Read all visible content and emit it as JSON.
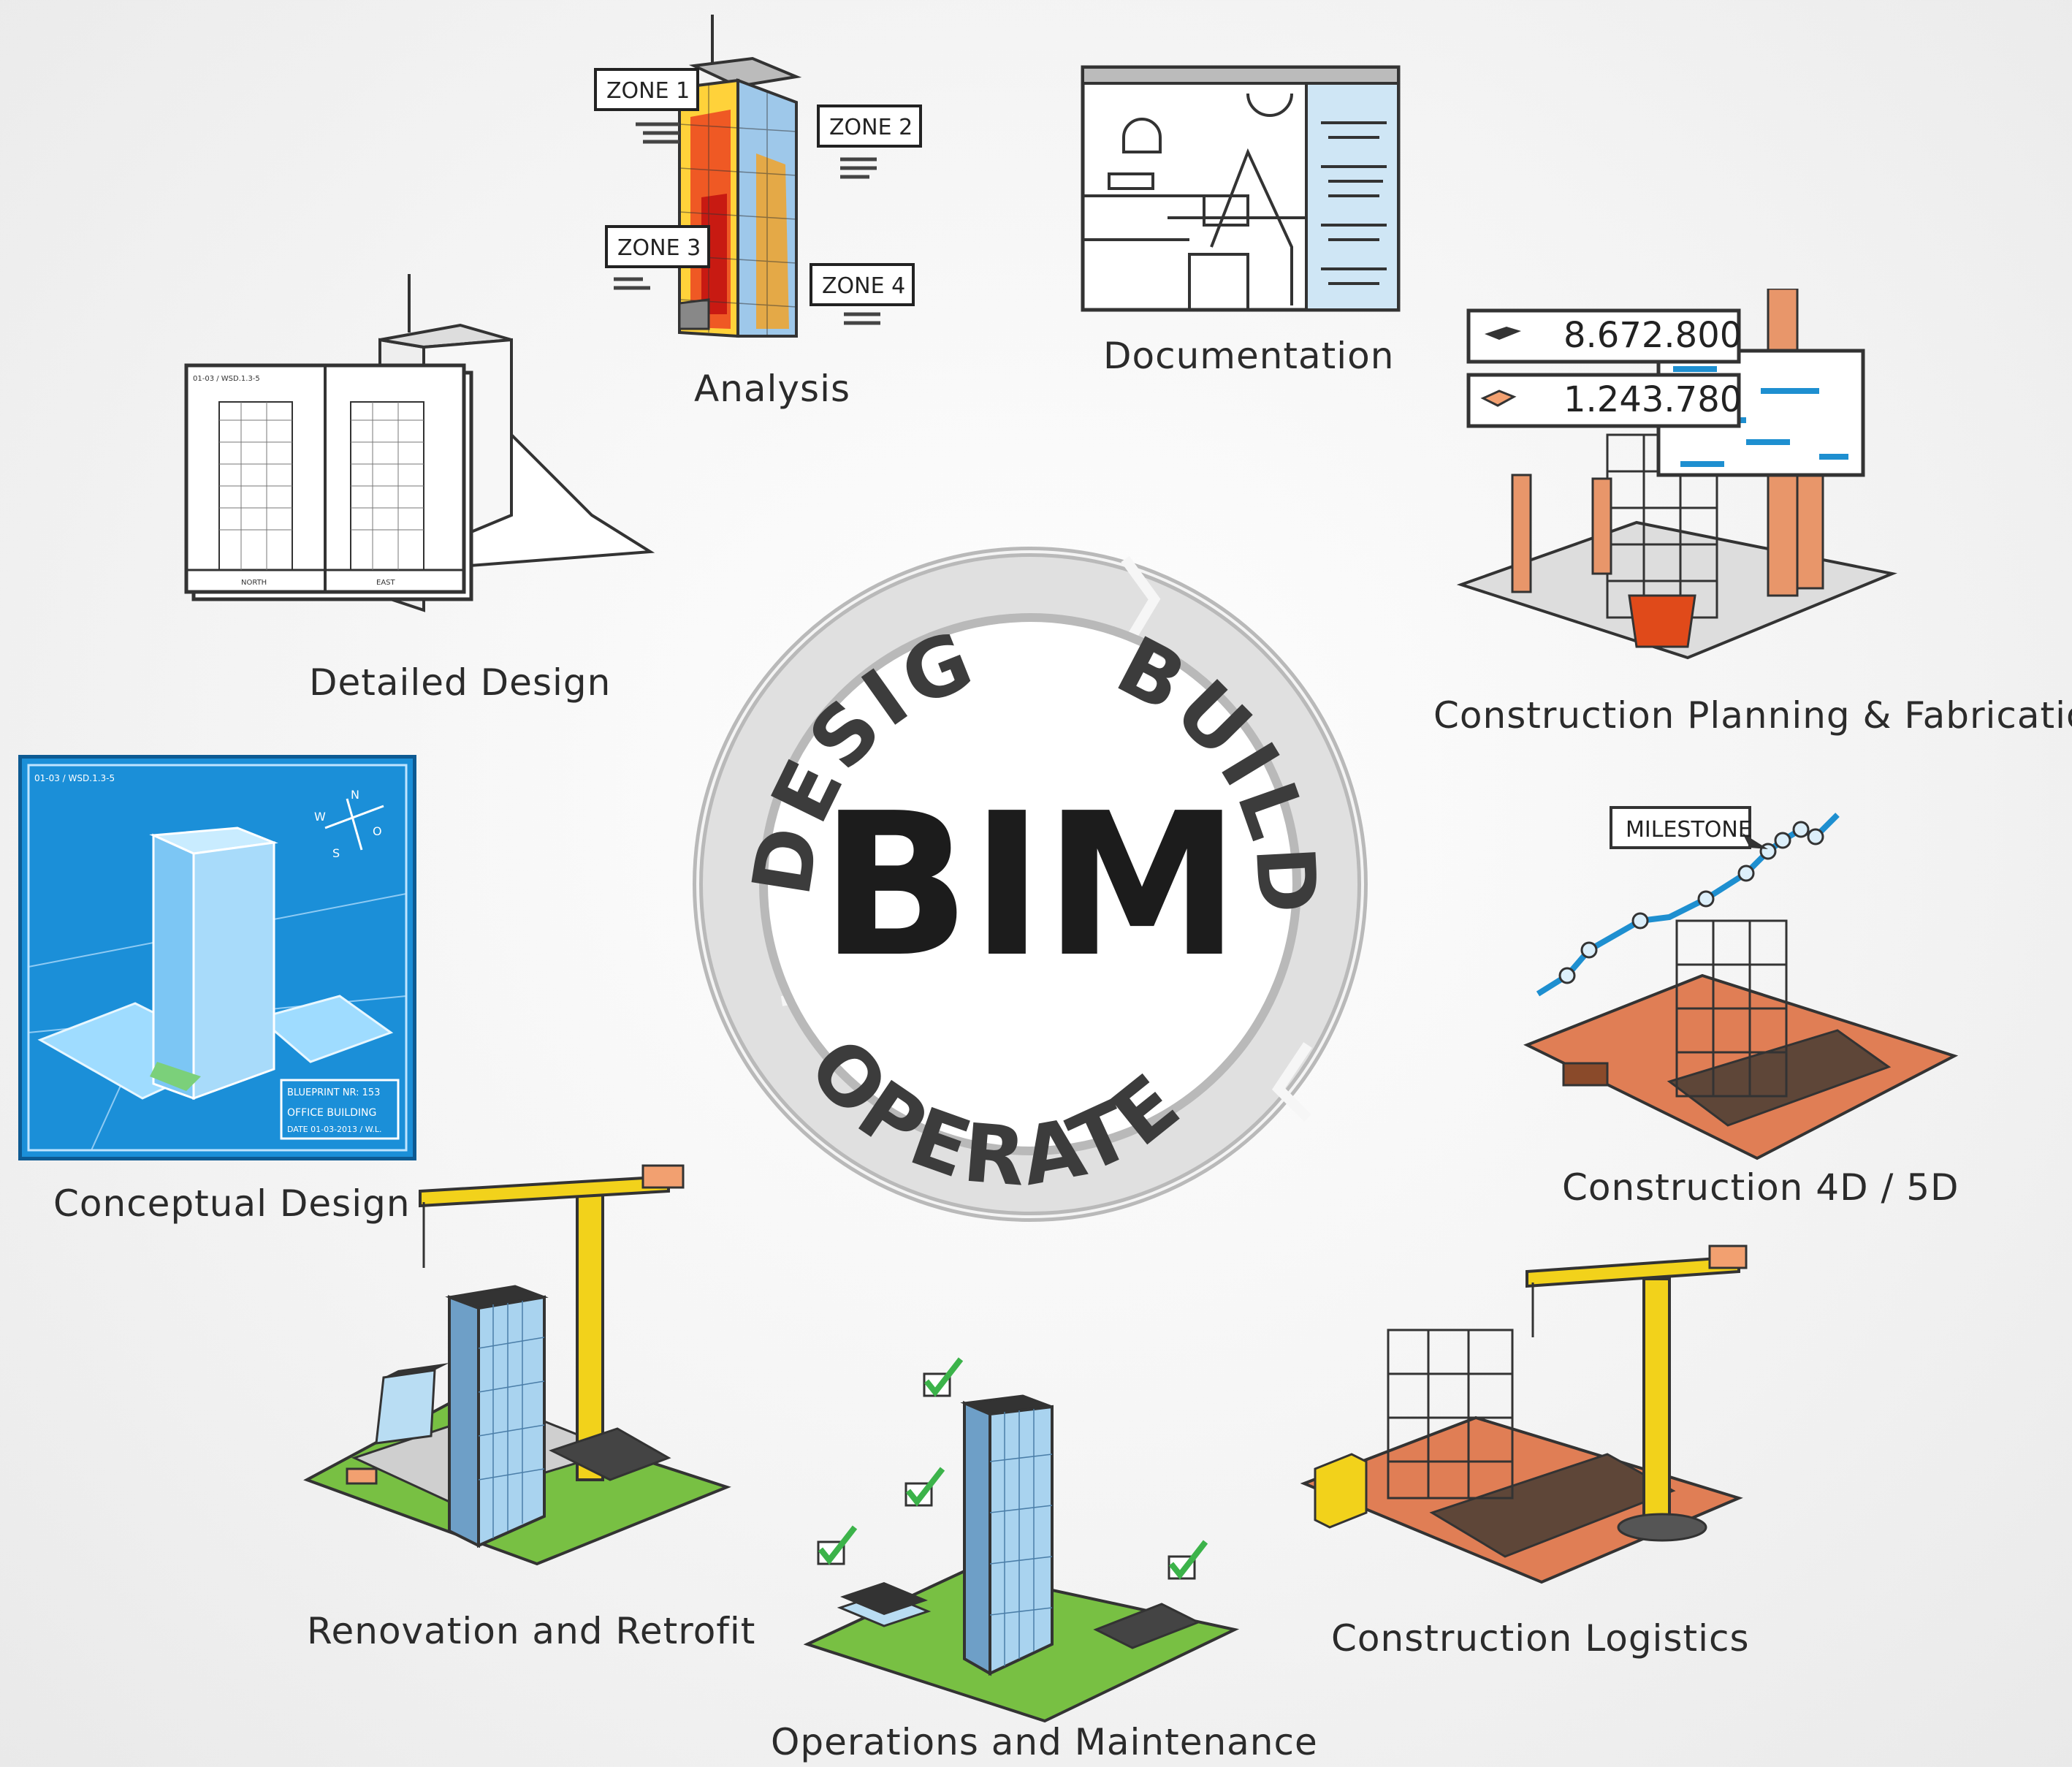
{
  "center": {
    "title": "BIM",
    "phase_design": "DESIGN",
    "phase_build": "BUILD",
    "phase_operate": "OPERATE"
  },
  "stages": {
    "analysis": "Analysis",
    "documentation": "Documentation",
    "detailed_design": "Detailed Design",
    "construction_planning": "Construction Planning & Fabrication",
    "conceptual_design": "Conceptual Design",
    "construction_4d5d": "Construction 4D / 5D",
    "renovation": "Renovation and Retrofit",
    "operations": "Operations and Maintenance",
    "logistics": "Construction Logistics"
  },
  "analysis_zones": [
    "ZONE 1",
    "ZONE 2",
    "ZONE 3",
    "ZONE 4"
  ],
  "planning_values": {
    "steel": "8.672.800",
    "bricks": "1.243.780"
  },
  "milestone_label": "MILESTONE",
  "detailed_design_sheet": {
    "sheet_code": "01-03 / WSD.1.3-5",
    "north": "NORTH",
    "east": "EAST"
  },
  "blueprint": {
    "sheet_code": "01-03 / WSD.1.3-5",
    "number": "BLUEPRINT NR: 153",
    "building": "OFFICE BUILDING",
    "date": "DATE 01-03-2013 / W.L.",
    "compass": [
      "N",
      "O",
      "S",
      "W"
    ]
  },
  "colors": {
    "ring": "#c9c9c9",
    "ring_text": "#3c3c3c",
    "blueprint_bg": "#1b8fd8",
    "crane": "#f2d21b",
    "dirt": "#e07e55",
    "grass": "#78c043",
    "glass": "#a9d3ef",
    "progress_line": "#1e8fd0",
    "check": "#3cb34a"
  }
}
